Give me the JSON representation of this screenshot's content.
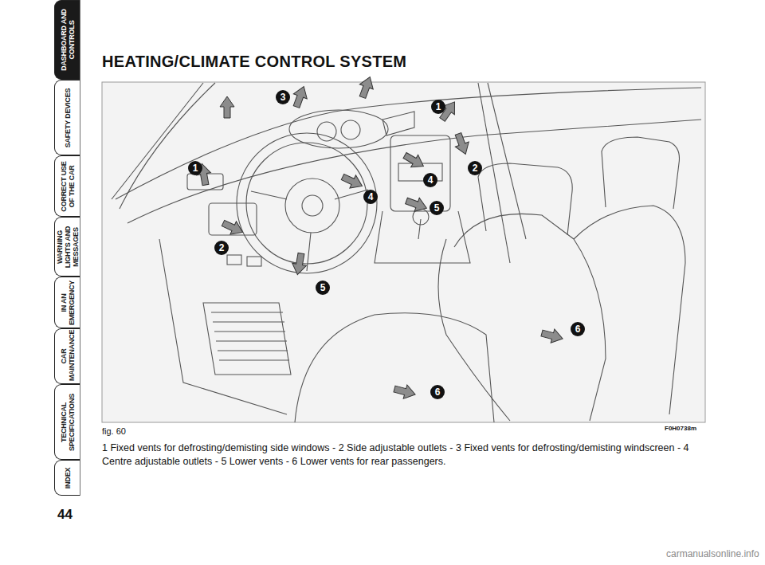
{
  "diagram": {
    "title": "HEATING/CLIMATE CONTROL SYSTEM",
    "caption": "1 Fixed vents for defrosting/demisting side windows - 2 Side adjustable outlets - 3 Fixed vents for defrosting/demisting windscreen - 4 Centre adjustable outlets - 5 Lower vents - 6 Lower vents for rear passengers.",
    "nodes": [
      {
        "text": [
          "DASHBOARD AND CONTROLS"
        ]
      },
      {
        "text": [
          "SAFETY DEVICES"
        ]
      },
      {
        "text": [
          "CORRECT USE OF THE CAR"
        ]
      },
      {
        "text": [
          "WARNING LIGHTS AND MESSAGES"
        ]
      },
      {
        "text": [
          "IN AN EMERGENCY"
        ]
      },
      {
        "text": [
          "CAR MAINTENANCE"
        ]
      },
      {
        "text": [
          "TECHNICAL SPECIFICATIONS"
        ]
      },
      {
        "text": [
          "INDEX"
        ]
      }
    ],
    "labels": [
      "44",
      "3",
      "1",
      "1",
      "2",
      "4",
      "4",
      "5",
      "2",
      "5",
      "6",
      "6",
      "fig. 60",
      "F0H0738m",
      "carmanualsonline.info"
    ]
  }
}
